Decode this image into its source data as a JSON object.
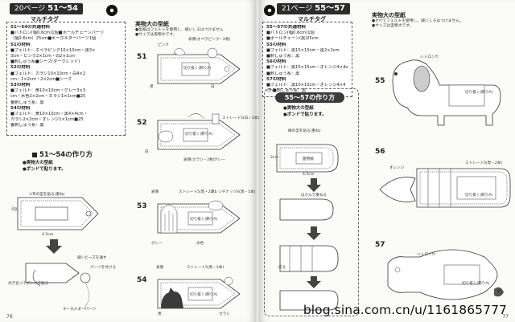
{
  "left_page": {
    "header": {
      "prefix": "20ページ",
      "range": "51～54",
      "subtitle": "マルチタグ"
    },
    "materials": {
      "lines": [
        {
          "bold": true,
          "text": "51～54の共通材料"
        },
        {
          "bold": false,
          "text": "■ハトロン(幅0.6cm)1個■ボールチェーンパーツ"
        },
        {
          "bold": false,
          "text": "（幅0.6cm）25cm■キーホルダーパーツ1個"
        },
        {
          "bold": true,
          "text": "51の材料"
        },
        {
          "bold": false,
          "text": "■フェルト：オペラピンク10×10cm・黒3×"
        },
        {
          "bold": false,
          "text": "3cm・ピンク2×1cm・白2×1cm"
        },
        {
          "bold": false,
          "text": "■刺しゅう糸■シーズ(ダークレッド)"
        },
        {
          "bold": true,
          "text": "52の材料"
        },
        {
          "bold": false,
          "text": "■フェルト：カラシ10×10cm・白4×2"
        },
        {
          "bold": false,
          "text": "cm・2×2cm・2×2cm■シーズ"
        },
        {
          "bold": true,
          "text": "53の材料"
        },
        {
          "bold": false,
          "text": "■フェルト：黄10×10cm・グレー3×3"
        },
        {
          "bold": false,
          "text": "cm・水色2×2cm・カラシ1×1cm■25"
        },
        {
          "bold": false,
          "text": "番刺しゅう糸：黒"
        },
        {
          "bold": true,
          "text": "54の材料"
        },
        {
          "bold": false,
          "text": "■フェルト：黄10×10cm・黒4×4cm・"
        },
        {
          "bold": false,
          "text": "カラシ2×2cm・オレンジ1×1cm■25"
        },
        {
          "bold": false,
          "text": "番刺しゅう糸：黒"
        }
      ]
    },
    "howto": {
      "title": "51～54の作り方",
      "bullets": [
        "●実物大の型紙",
        "●ボンドで貼ります。"
      ]
    },
    "howto_labels": {
      "step1": "①布の型を貼る(重ね)",
      "step1b": "表",
      "dim_a": "2m",
      "dim_b": "4.5cm",
      "step2": "縫いビーズを通す",
      "step3": "付き合ってボンドで貼る",
      "step4": "パーツを付ける",
      "keyholder": "キーホルダーパーツ"
    },
    "pattern_title": "実物大の型紙",
    "pattern_notes": [
      "●型紙はフェルトを使用し、縫いしろはつけません",
      "●サイズは実物大です。"
    ],
    "items": [
      {
        "num": "51",
        "labels": [
          "ピンク",
          "黒",
          "表側(オペラピンク・2枚)",
          "切り抜く(飾りA)",
          "白"
        ]
      },
      {
        "num": "52",
        "labels": [
          "白",
          "表側(カラシ・2枚)",
          "切り抜く(飾りA)",
          "ストレート5(白・2本)",
          "グレー"
        ]
      },
      {
        "num": "53",
        "labels": [
          "表側",
          "ストレート5(黒・2本)",
          "フレンチナッツS(黒・1本)",
          "切り抜く(飾りA)",
          "グレー",
          "水色"
        ]
      },
      {
        "num": "54",
        "labels": [
          "表側",
          "ストレート5(黒・2本)",
          "切り抜く(飾りA)",
          "黒",
          "カラシ"
        ]
      }
    ],
    "page_number": "76"
  },
  "right_page": {
    "header": {
      "prefix": "21ページ",
      "range": "55～57",
      "subtitle": "マルチタグ"
    },
    "materials": {
      "lines": [
        {
          "bold": true,
          "text": "55～57の共通材料"
        },
        {
          "bold": false,
          "text": "■ハトロン(幅0.6cm)1個"
        },
        {
          "bold": false,
          "text": "■ボールチェーン(黒)25cm"
        },
        {
          "bold": true,
          "text": "55の材料"
        },
        {
          "bold": false,
          "text": "■フェルト：黒15×15cm・黒2×2cm"
        },
        {
          "bold": false,
          "text": "■刺しゅう糸：黒"
        },
        {
          "bold": true,
          "text": "56の材料"
        },
        {
          "bold": false,
          "text": "■フェルト：黒15×15cm・オレンジ4×4cm"
        },
        {
          "bold": false,
          "text": "■刺しゅう糸：黒"
        },
        {
          "bold": true,
          "text": "57の材料"
        },
        {
          "bold": false,
          "text": "■フェルト：黒10×10cm・オレンジ4×4"
        },
        {
          "bold": false,
          "text": "cm■刺しゅう糸：黒"
        }
      ]
    },
    "howto": {
      "title": "55～57の作り方",
      "bullets": [
        "●実物大の型紙",
        "●ボンドで貼ります。"
      ]
    },
    "howto_labels": {
      "step1": "線の型を貼る(重ね)",
      "dim_a": "2cm",
      "dim_b": "4.5cm",
      "center": "面用紙",
      "step2": "はさんで重ねる",
      "step3": "切る"
    },
    "pattern_title": "実物大の型紙",
    "pattern_notes": [
      "●すべてフェルトを使用し、縫いしろはつけません。",
      "●サイズは実物大です。"
    ],
    "items": [
      {
        "num": "55",
        "labels": [
          "切り抜く(飾りA)",
          "ハトロン穴"
        ]
      },
      {
        "num": "56",
        "labels": [
          "オレンジ",
          "切り抜く(飾りA)",
          "ストレート5(黒・2本)"
        ]
      },
      {
        "num": "57",
        "labels": [
          "切り抜く(飾りA)",
          "ハトロン穴",
          "黒"
        ]
      }
    ],
    "page_number": "77"
  },
  "watermark": "blog.sina.com.cn/u/1161865777"
}
